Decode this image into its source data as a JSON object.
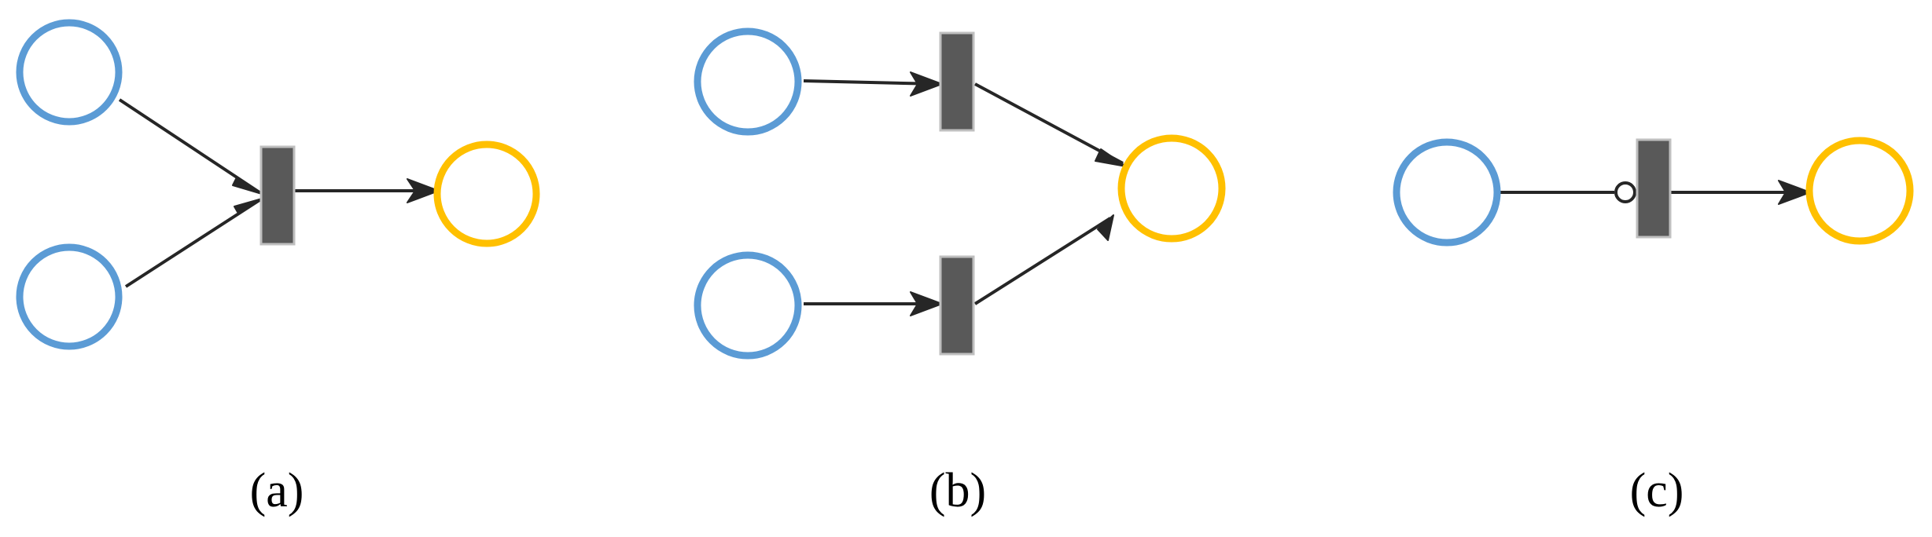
{
  "colors": {
    "input_place": "#5B9BD5",
    "output_place": "#FFC000",
    "transition_fill": "#595959",
    "transition_stroke": "#BFBFBF",
    "arc": "#262626"
  },
  "figure": {
    "panels": [
      {
        "id": "a",
        "caption": "(a)"
      },
      {
        "id": "b",
        "caption": "(b)"
      },
      {
        "id": "c",
        "caption": "(c)"
      }
    ]
  }
}
